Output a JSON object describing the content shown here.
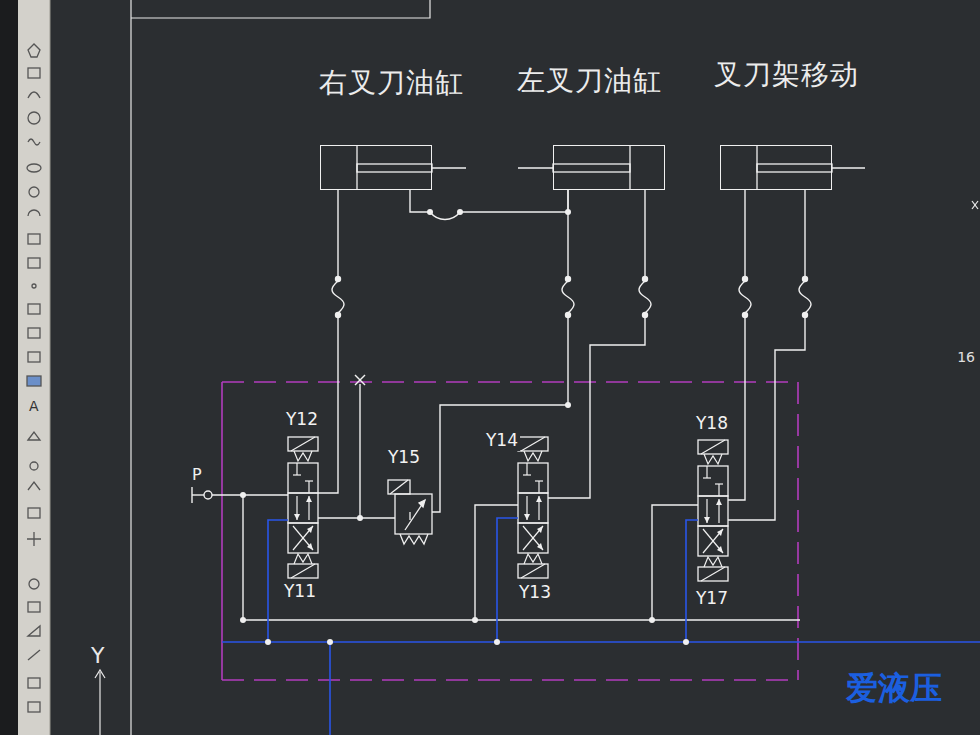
{
  "diagram": {
    "nodes": [
      {
        "text": [
          "右叉刀油缸"
        ]
      },
      {
        "text": [
          "左叉刀油缸"
        ]
      },
      {
        "text": [
          "叉刀架移动"
        ]
      },
      {
        "text": [
          "Y12",
          "Y11"
        ]
      },
      {
        "text": [
          "Y15"
        ]
      },
      {
        "text": [
          "Y14",
          "Y13"
        ]
      },
      {
        "text": [
          "Y18",
          "Y17"
        ]
      }
    ],
    "edges": [
      {
        "from": 3,
        "to": 0,
        "arrow": "none"
      },
      {
        "from": 0,
        "to": 1,
        "arrow": "none"
      },
      {
        "from": 3,
        "to": 4,
        "arrow": "none"
      },
      {
        "from": 4,
        "to": 1,
        "arrow": "none"
      },
      {
        "from": 5,
        "to": 1,
        "arrow": "none"
      },
      {
        "from": 6,
        "to": 2,
        "arrow": "none"
      },
      {
        "from": 6,
        "to": 2,
        "arrow": "none"
      }
    ],
    "labels": [
      "P",
      "16",
      "Y",
      "A",
      "爱液压"
    ]
  }
}
